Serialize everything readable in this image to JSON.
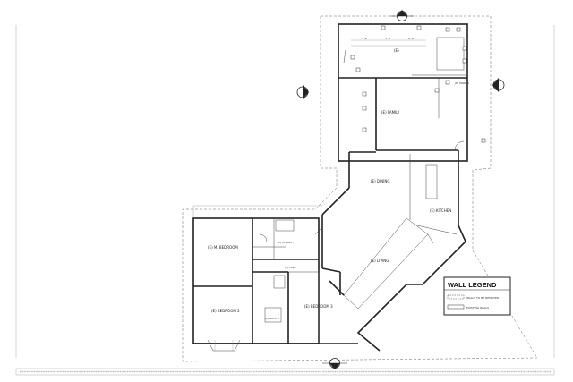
{
  "rooms": {
    "garage": "(E)",
    "family": "(E) FAMILY",
    "dining": "(E) DINING",
    "kitchen": "(E) KITCHEN",
    "living": "(E) LIVING",
    "master_bedroom": "(E) M. BEDROOM",
    "master_bath": "(E) M. BATH",
    "hall": "(E) HALL",
    "bedroom2": "(E) BEDROOM 2",
    "bedroom3": "(E) BEDROOM 3",
    "bath": "(E) BATH 2",
    "porch": "(E) PORCH"
  },
  "dimensions": {
    "dim1": "7'-6\"",
    "dim2": "3'-0\"",
    "dim3": "6'-6\""
  },
  "legend": {
    "title": "WALL LEGEND",
    "item1": "WALLS TO BE REMOVED",
    "item2": "EXISTING WALLS"
  },
  "colors": {
    "line": "#222222",
    "sheet": "#ffffff"
  },
  "icons": {
    "north_marker": "section-marker",
    "elevation_marker": "compass-marker"
  }
}
